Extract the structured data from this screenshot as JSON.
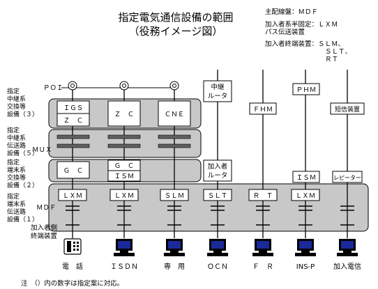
{
  "title": "指定電気通信設備の範囲",
  "subtitle": "（役務イメージ図）",
  "legend": [
    "主配線盤：ＭＤＦ",
    "加入者系半固定：ＬＸＭ",
    "パス伝送装置",
    "加入者終端装置：ＳＬＭ、",
    "ＳＬＴ、",
    "ＲＴ"
  ],
  "poi_label": "ＰＯＩ",
  "mux_label": "ＭＵＸ",
  "mdf_label": "ＭＤＦ",
  "subscriber_terminal_label": [
    "加入者側",
    "終端装置"
  ],
  "side_labels": {
    "l3": [
      "指定",
      "中継系",
      "交換等",
      "設備（３）"
    ],
    "l5": [
      "指定",
      "中継系",
      "伝送路",
      "設備（５）"
    ],
    "l2": [
      "指定",
      "端末系",
      "交換等",
      "設備（２）"
    ],
    "l1": [
      "指定",
      "端末系",
      "伝送路",
      "設備（１）"
    ]
  },
  "row3_boxes": [
    [
      "ＩＧＳ",
      "Ｚ　Ｃ"
    ],
    [
      "Ｚ　Ｃ"
    ],
    [
      "ＣＮＥ"
    ]
  ],
  "row2_boxes": [
    [
      "Ｇ　Ｃ"
    ],
    [
      "Ｇ　Ｃ",
      "ＩＳＭ"
    ]
  ],
  "relay_router": [
    "中継",
    "ルータ"
  ],
  "subscriber_router": [
    "加入者",
    "ルータ"
  ],
  "fhm": "ＦＨＭ",
  "phm": "ＰＨＭ",
  "ism_right": "ＩＳＭ",
  "tanpaku": "短信装置",
  "repeater": "レピーター",
  "row1_boxes": [
    "ＬＸＭ",
    "ＬＸＭ",
    "ＳＬＭ",
    "ＳＬＴ",
    "Ｒ　Ｔ",
    "ＬＸＭ"
  ],
  "services": [
    "電　話",
    "ＩＳＤＮ",
    "専　用",
    "ＯＣＮ",
    "Ｆ　Ｒ",
    "INS-P",
    "加入電信"
  ],
  "footnote": "注　（）内の数字は指定案に対応。"
}
